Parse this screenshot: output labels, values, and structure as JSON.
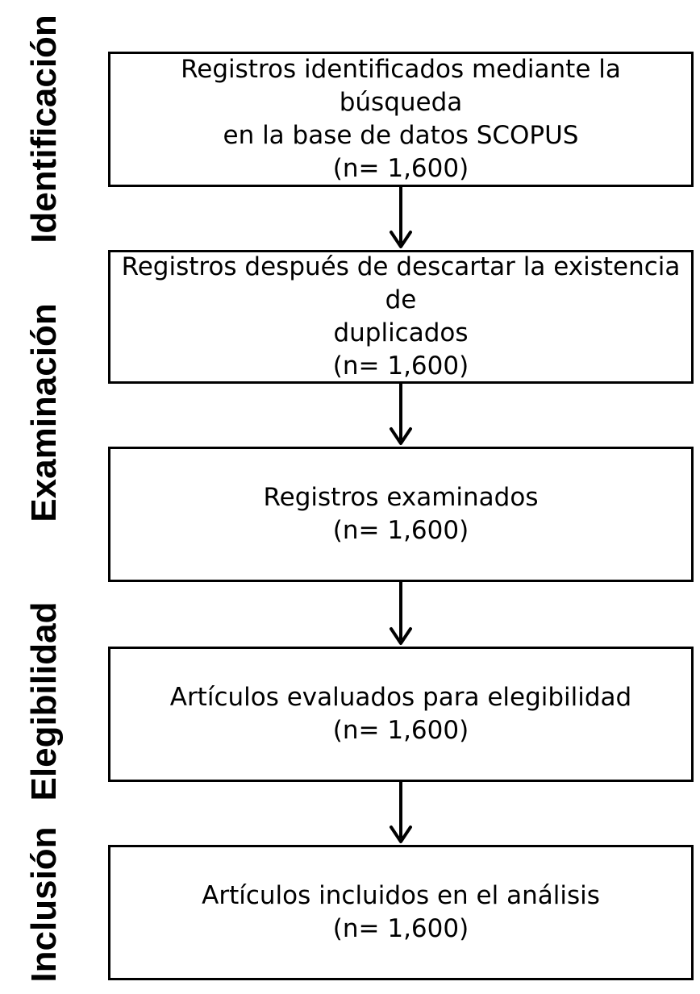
{
  "stages": [
    {
      "label": "Identificación"
    },
    {
      "label": "Examinación"
    },
    {
      "label": "Elegibilidad"
    },
    {
      "label": "Inclusión"
    }
  ],
  "boxes": [
    {
      "line1": "Registros identificados mediante la búsqueda",
      "line2": "en la base de datos SCOPUS",
      "count": "(n= 1,600)"
    },
    {
      "line1": "Registros después de descartar la existencia de",
      "line2": "duplicados",
      "count": "(n= 1,600)"
    },
    {
      "line1": "Registros examinados",
      "count": "(n= 1,600)"
    },
    {
      "line1": "Artículos evaluados para elegibilidad",
      "count": "(n= 1,600)"
    },
    {
      "line1": "Artículos incluidos en el análisis",
      "count": "(n= 1,600)"
    }
  ],
  "colors": {
    "stroke": "#000000",
    "background": "#ffffff"
  }
}
